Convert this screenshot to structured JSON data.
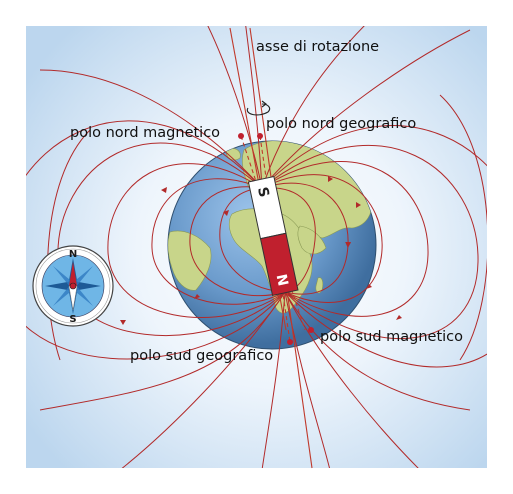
{
  "labels": {
    "rotation_axis": "asse di rotazione",
    "magnetic_north_pole": "polo nord magnetico",
    "geographic_north_pole": "polo nord geografico",
    "magnetic_south_pole": "polo sud magnetico",
    "geographic_south_pole": "polo sud geografico"
  },
  "magnet": {
    "top_letter": "S",
    "bottom_letter": "N",
    "top_color": "#ffffff",
    "bottom_color": "#c0202e"
  },
  "compass": {
    "north_letter": "N",
    "south_letter": "S"
  },
  "colors": {
    "background_glow": "#ffffff",
    "background_edge": "#bcd6ee",
    "ocean": "#5b8fc4",
    "land": "#c8d58a",
    "field_lines": "#b22a2a",
    "axis_lines": "#c0392b"
  },
  "icons": {
    "compass": "compass-rose-icon",
    "rotation": "rotation-arrow-icon",
    "magnet": "bar-magnet-icon"
  }
}
